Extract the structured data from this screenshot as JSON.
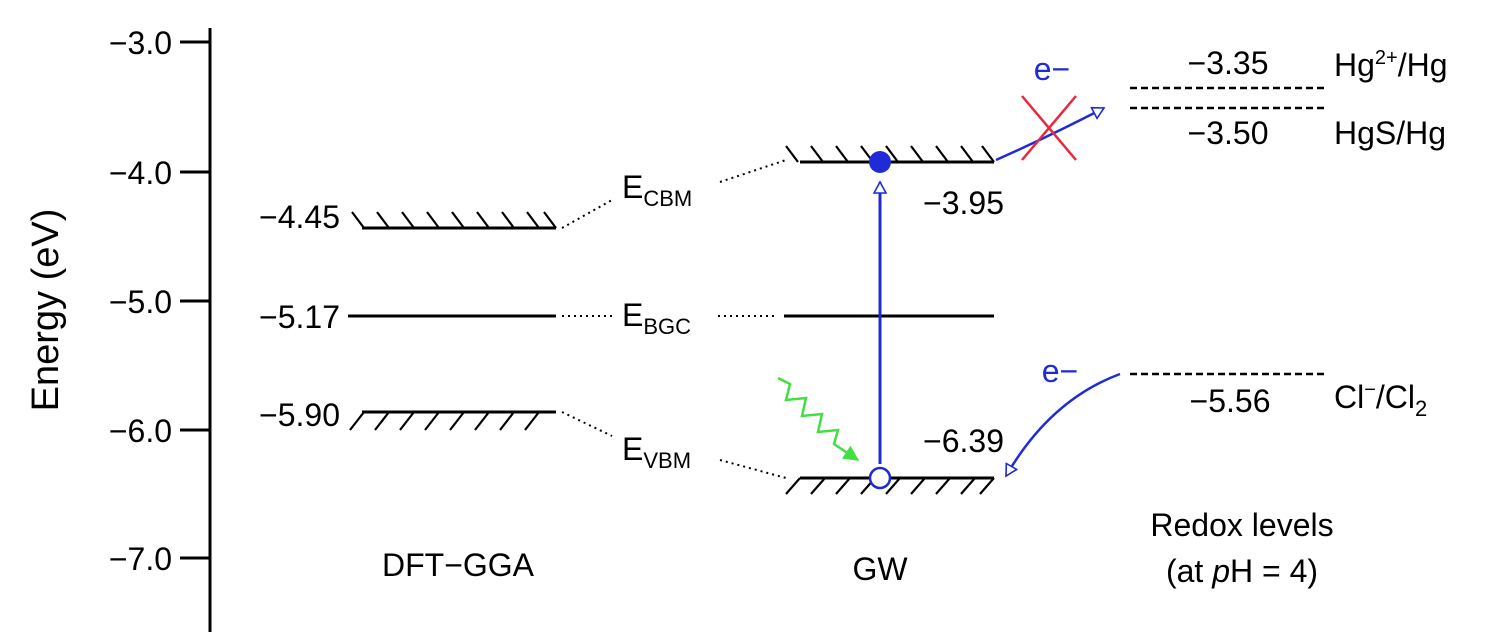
{
  "axis": {
    "label": "Energy (eV)",
    "ticks": [
      "−3.0",
      "−4.0",
      "−5.0",
      "−6.0",
      "−7.0"
    ]
  },
  "columns": {
    "dft": "DFT−GGA",
    "gw": "GW",
    "redox_line1": "Redox levels",
    "redox_line2_pre": "(at ",
    "redox_line2_p": "p",
    "redox_line2_post": "H = 4)"
  },
  "bands": {
    "cbm": {
      "main": "E",
      "sub": "CBM"
    },
    "bgc": {
      "main": "E",
      "sub": "BGC"
    },
    "vbm": {
      "main": "E",
      "sub": "VBM"
    }
  },
  "values": {
    "dft_cbm": "−4.45",
    "dft_bgc": "−5.17",
    "dft_vbm": "−5.90",
    "gw_cbm": "−3.95",
    "gw_vbm": "−6.39",
    "hg2_hg": "−3.35",
    "hgs_hg": "−3.50",
    "cl_cl2": "−5.56"
  },
  "redox": {
    "hg2_main": "Hg",
    "hg2_sup": "2+",
    "hg2_tail": "/Hg",
    "hgs": "HgS/Hg",
    "cl_main": "Cl",
    "cl_sup": "−",
    "cl_mid": "/Cl",
    "cl_sub": "2"
  },
  "electron": {
    "upper": "e−",
    "lower": "e−"
  },
  "colors": {
    "electron_blue": "#1f2bd6",
    "photon_green": "#3fe03f",
    "cross_red": "#e8283c"
  }
}
